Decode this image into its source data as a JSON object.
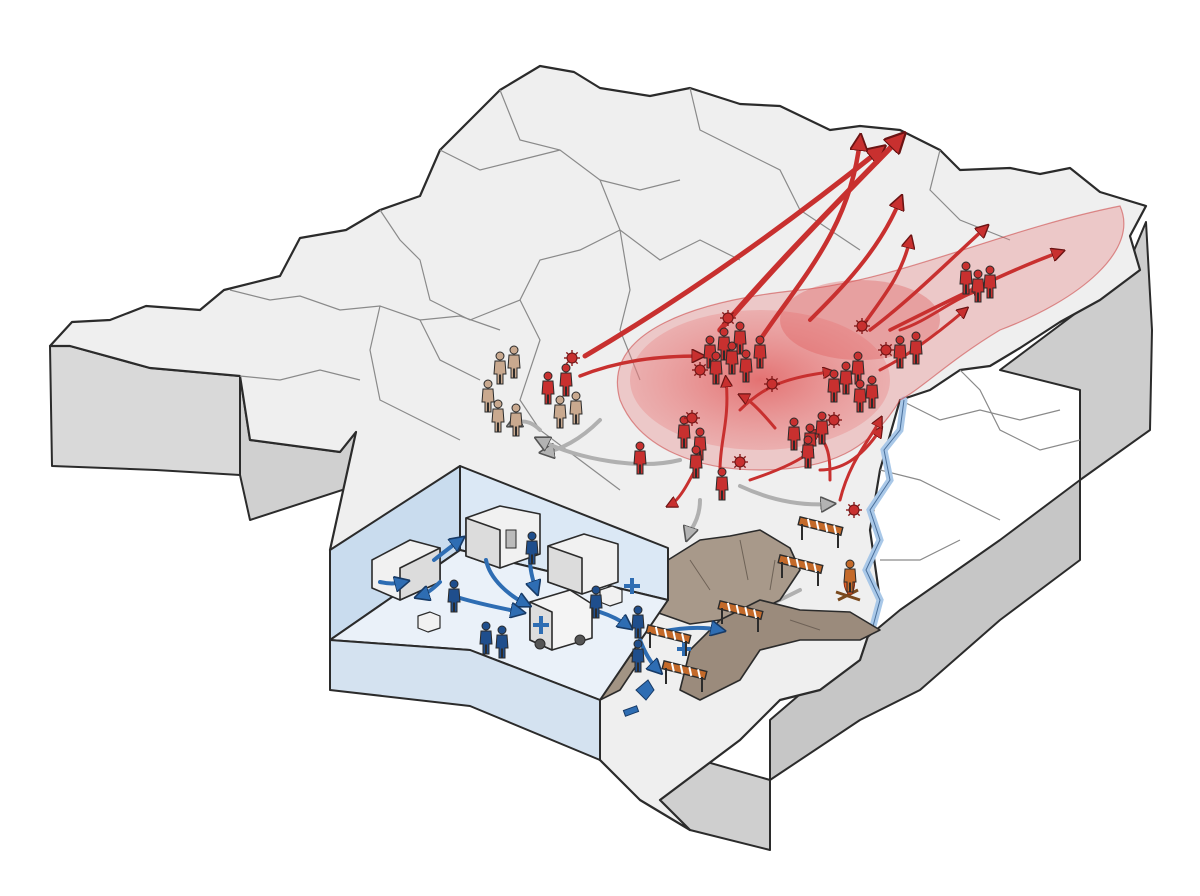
{
  "colors": {
    "background": "#ffffff",
    "map_top": "#efefef",
    "map_side": "#d9d9d9",
    "map_side_dark": "#c6c6c6",
    "border_lines": "#8a8a8a",
    "outline": "#2b2b2b",
    "outbreak_zone": "#e98080",
    "outbreak_core": "#e05555",
    "infected_figure": "#c8302f",
    "healthy_figure": "#c9a98f",
    "spread_arrow": "#c8302f",
    "movement_arrow": "#a9a9a9",
    "response_figure": "#1f4e8c",
    "response_arrow": "#2e6db3",
    "response_room": "#dbe8f5",
    "terrain": "#a8998a",
    "river": "#a9c8e8",
    "barrier_stripe": "#c46a2a"
  },
  "icons": [
    "virus-icon",
    "person-icon",
    "medical-cross-icon",
    "ambulance-icon",
    "barrier-icon",
    "campfire-icon",
    "supply-box-icon"
  ],
  "scene": {
    "regions": [
      "country-outline",
      "outbreak-zone",
      "response-base",
      "mountain-terrain",
      "river",
      "border-checkpoints"
    ]
  }
}
